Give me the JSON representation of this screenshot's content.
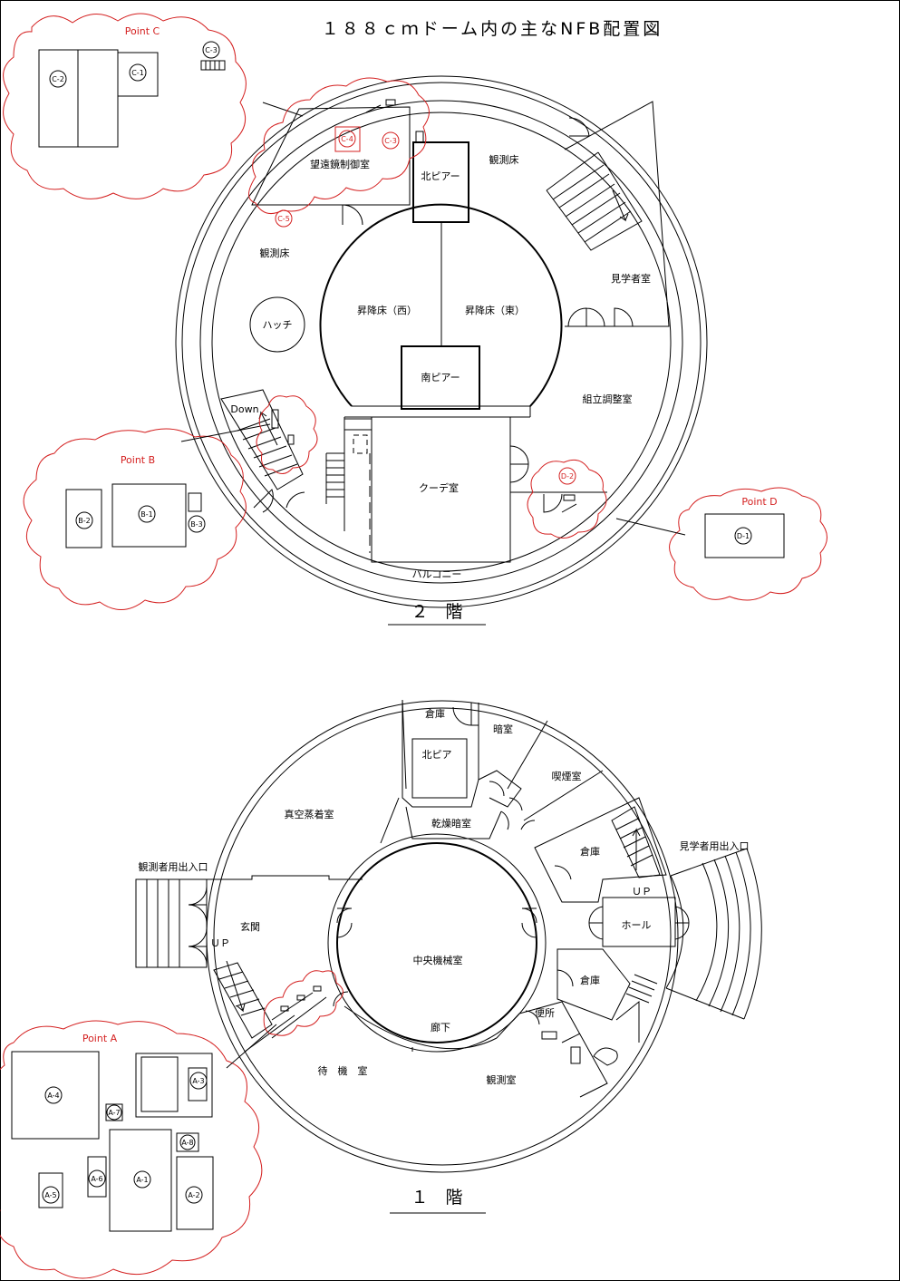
{
  "title": "１８８ｃｍドーム内の主なNFB配置図",
  "colors": {
    "markup": "#d42020",
    "lines": "#000000",
    "background": "#ffffff"
  },
  "floor2": {
    "label": "２　階",
    "rooms": {
      "control_room": "望遠鏡制御室",
      "north_pier": "北ピアー",
      "observation_floor_ne": "観測床",
      "observation_floor_w": "観測床",
      "visitor_room": "見学者室",
      "hatch": "ハッチ",
      "lift_west": "昇降床（西）",
      "lift_east": "昇降床（東）",
      "south_pier": "南ピアー",
      "assembly_room": "組立調整室",
      "coude_room": "クーデ室",
      "balcony": "バルコニー",
      "down": "Down"
    },
    "points": {
      "C": {
        "title": "Point C",
        "items": [
          "C-1",
          "C-2",
          "C-3"
        ],
        "markers": [
          "C-4",
          "C-3",
          "C-5"
        ]
      },
      "B": {
        "title": "Point B",
        "items": [
          "B-1",
          "B-2",
          "B-3"
        ]
      },
      "D": {
        "title": "Point D",
        "items": [
          "D-1"
        ],
        "markers": [
          "D-2"
        ]
      }
    }
  },
  "floor1": {
    "label": "１　階",
    "rooms": {
      "storage_n": "倉庫",
      "north_pier": "北ピア",
      "darkroom": "暗室",
      "smoking_room": "喫煙室",
      "dry_darkroom": "乾燥暗室",
      "vacuum_room": "真空蒸着室",
      "storage_e": "倉庫",
      "visitor_entrance": "見学者用出入口",
      "observer_entrance": "観測者用出入口",
      "up_e": "ＵＰ",
      "hall": "ホール",
      "entrance_hall": "玄関",
      "up_w": "ＵＰ",
      "central_machine_room": "中央機械室",
      "storage_se": "倉庫",
      "toilet": "便所",
      "corridor": "廊下",
      "waiting_room": "待　機　室",
      "observation_room": "観測室"
    },
    "points": {
      "A": {
        "title": "Point A",
        "items": [
          "A-1",
          "A-2",
          "A-3",
          "A-4",
          "A-5",
          "A-6",
          "A-7",
          "A-8"
        ]
      }
    }
  }
}
